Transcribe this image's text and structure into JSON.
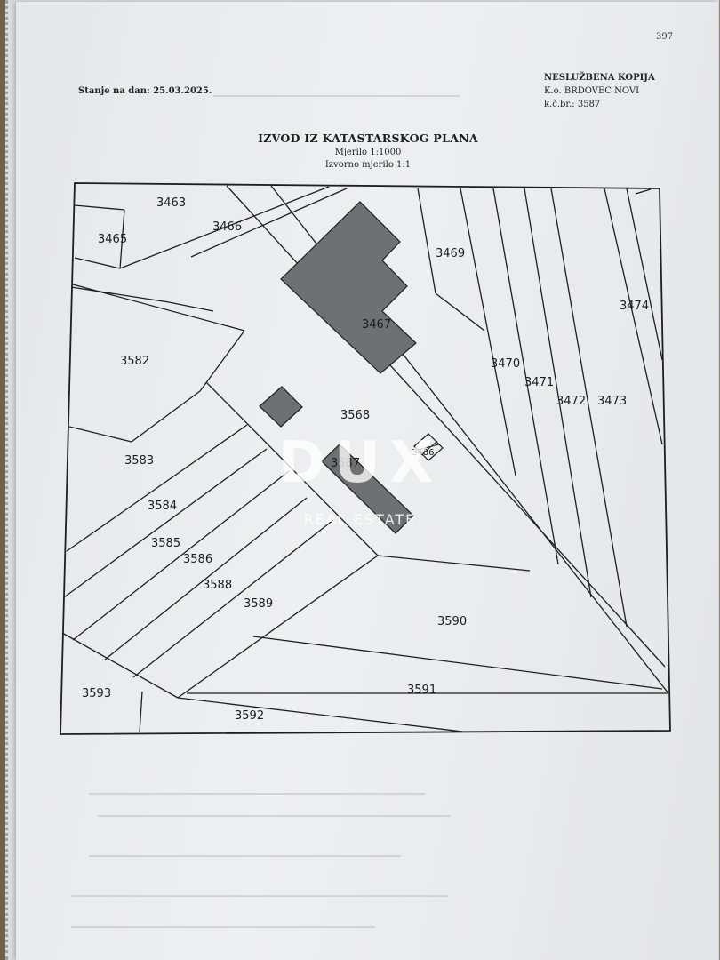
{
  "page_number": "397",
  "state_date": "Stanje na dan: 25.03.2025.",
  "copy_notice": {
    "title": "NESLUŽBENA KOPIJA",
    "municipality": "K.o. BRDOVEC NOVI",
    "parcel_ref": "k.č.br.: 3587"
  },
  "document": {
    "title": "IZVOD IZ KATASTARSKOG PLANA",
    "scale": "Mjerilo 1:1000",
    "original_scale": "Izvorno mjerilo 1:1"
  },
  "parcels": {
    "p3463": "3463",
    "p3465": "3465",
    "p3466": "3466",
    "p3467": "3467",
    "p3469": "3469",
    "p3470": "3470",
    "p3471": "3471",
    "p3472": "3472",
    "p3473": "3473",
    "p3474": "3474",
    "p3568": "3568",
    "p3582": "3582",
    "p3583": "3583",
    "p3584": "3584",
    "p3585": "3585",
    "p3586": "3586",
    "p3587": "3587",
    "p3588": "3588",
    "p3589": "3589",
    "p3590": "3590",
    "p3591": "3591",
    "p3592": "3592",
    "p3593": "3593",
    "p3486": "3486"
  },
  "watermark": {
    "logo": "DUX",
    "subtitle": "REAL ESTATE"
  },
  "colors": {
    "building_fill": "#6e7074",
    "line": "#1e1e1e",
    "paper": "#eceef0"
  }
}
